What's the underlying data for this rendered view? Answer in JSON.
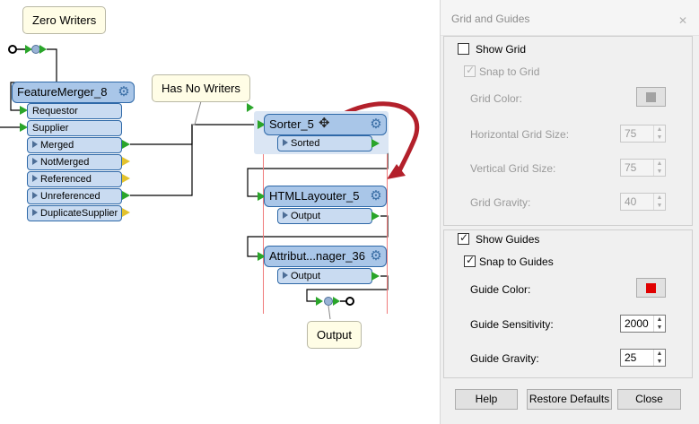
{
  "canvas": {
    "callouts": {
      "zero_writers": "Zero Writers",
      "has_no_writers": "Has No Writers",
      "output": "Output"
    },
    "feature_merger": {
      "title": "FeatureMerger_8",
      "inputs": [
        "Requestor",
        "Supplier"
      ],
      "outputs": [
        "Merged",
        "NotMerged",
        "Referenced",
        "Unreferenced",
        "DuplicateSupplier"
      ]
    },
    "sorter": {
      "title": "Sorter_5",
      "output": "Sorted"
    },
    "html_layouter": {
      "title": "HTMLLayouter_5",
      "output": "Output"
    },
    "attribute_manager": {
      "title": "Attribut...nager_36",
      "output": "Output"
    },
    "colors": {
      "transformer_fill": "#a9c6e8",
      "port_fill": "#c9dbf1",
      "guide_line": "#f07b7b",
      "arrow": "#b3202b"
    }
  },
  "dialog": {
    "title": "Grid and Guides",
    "grid": {
      "show_grid_label": "Show Grid",
      "show_grid_checked": false,
      "snap_to_grid_label": "Snap to Grid",
      "snap_to_grid_checked": true,
      "grid_color_label": "Grid Color:",
      "horizontal_size_label": "Horizontal Grid Size:",
      "horizontal_size_value": "75",
      "vertical_size_label": "Vertical Grid Size:",
      "vertical_size_value": "75",
      "gravity_label": "Grid Gravity:",
      "gravity_value": "40"
    },
    "guides": {
      "show_guides_label": "Show Guides",
      "show_guides_checked": true,
      "snap_to_guides_label": "Snap to Guides",
      "snap_to_guides_checked": true,
      "guide_color_label": "Guide Color:",
      "guide_color": "#e00000",
      "sensitivity_label": "Guide Sensitivity:",
      "sensitivity_value": "2000",
      "gravity_label": "Guide Gravity:",
      "gravity_value": "25"
    },
    "buttons": {
      "help": "Help",
      "restore": "Restore Defaults",
      "close": "Close"
    }
  }
}
